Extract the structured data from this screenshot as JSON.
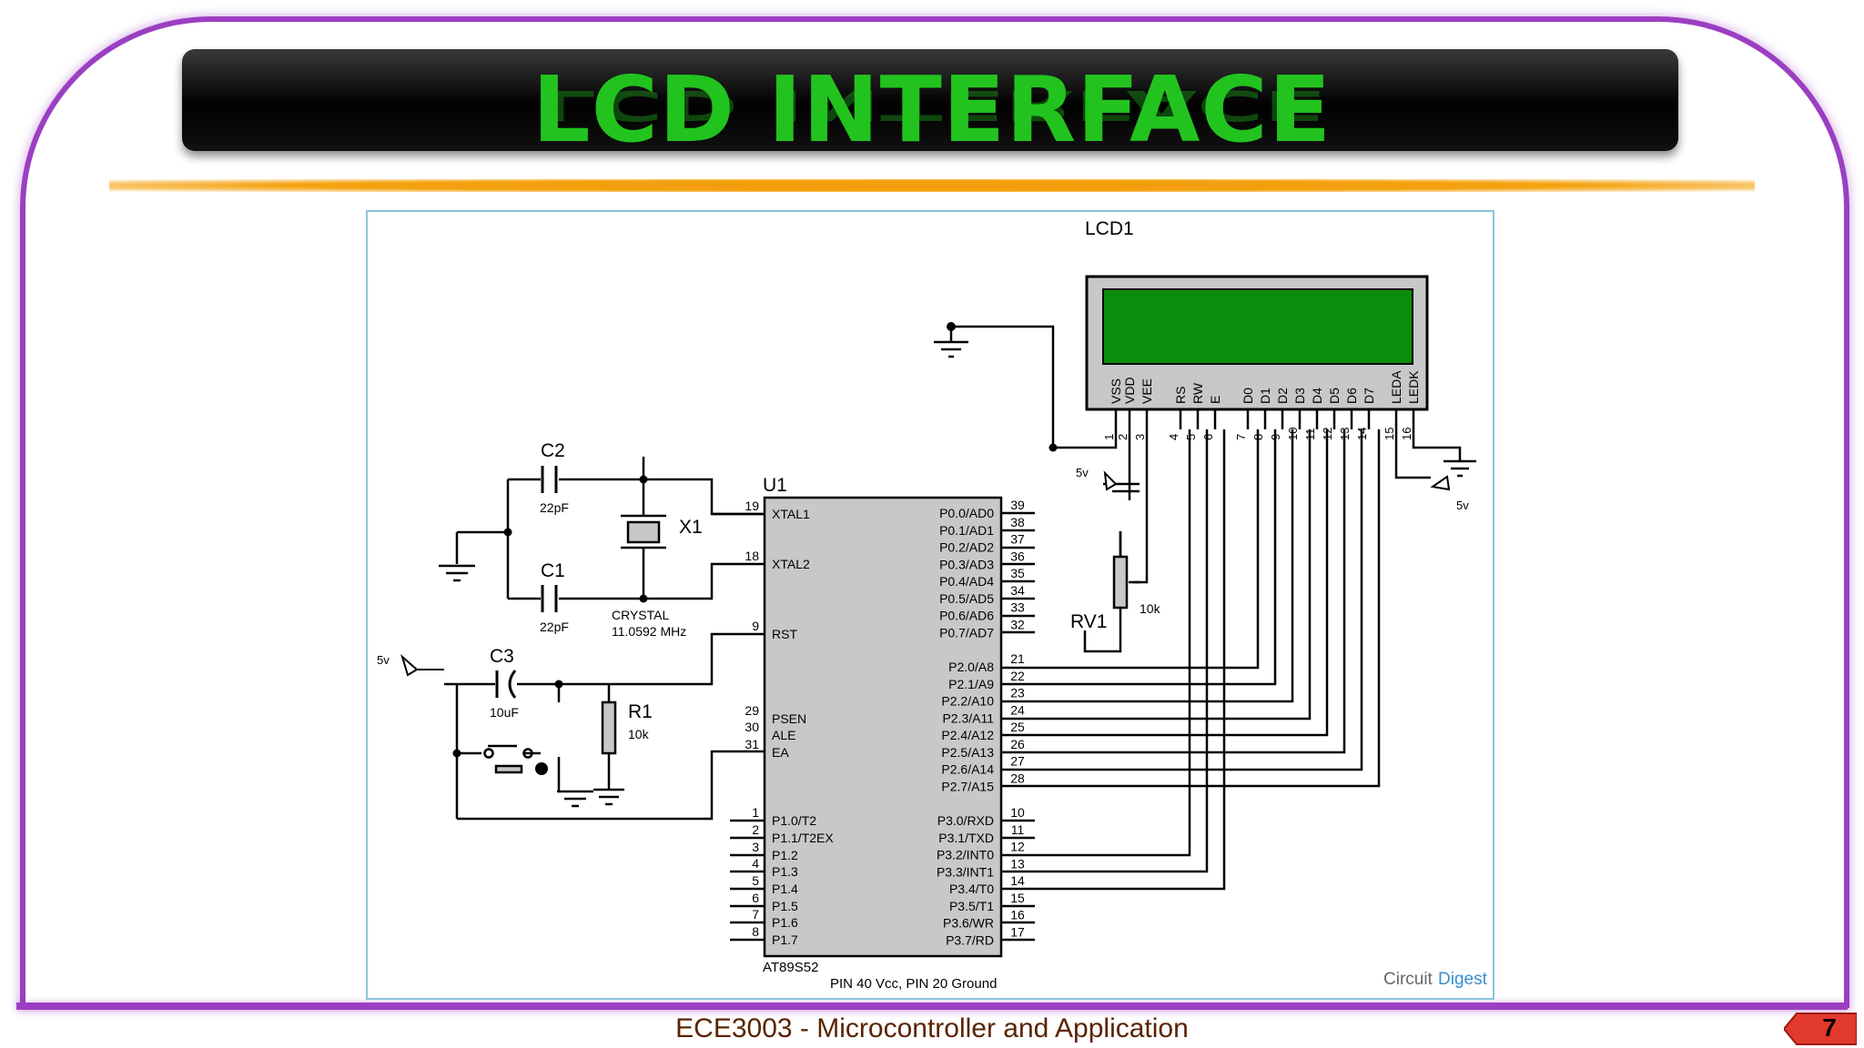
{
  "slide": {
    "title": "LCD INTERFACE",
    "footer": "ECE3003 - Microcontroller and Application",
    "page_number": "7",
    "colors": {
      "frame": "#9b3fc2",
      "title_text": "#22c31e",
      "divider": "#f4a20f",
      "lcd_screen": "#0b8c0b",
      "chip_fill": "#c8c8c8"
    }
  },
  "schematic": {
    "lcd": {
      "ref": "LCD1",
      "pins": [
        {
          "name": "VSS",
          "num": "1"
        },
        {
          "name": "VDD",
          "num": "2"
        },
        {
          "name": "VEE",
          "num": "3"
        },
        {
          "name": "RS",
          "num": "4"
        },
        {
          "name": "RW",
          "num": "5"
        },
        {
          "name": "E",
          "num": "6"
        },
        {
          "name": "D0",
          "num": "7"
        },
        {
          "name": "D1",
          "num": "8"
        },
        {
          "name": "D2",
          "num": "9"
        },
        {
          "name": "D3",
          "num": "10"
        },
        {
          "name": "D4",
          "num": "11"
        },
        {
          "name": "D5",
          "num": "12"
        },
        {
          "name": "D6",
          "num": "13"
        },
        {
          "name": "D7",
          "num": "14"
        },
        {
          "name": "LEDA",
          "num": "15"
        },
        {
          "name": "LEDK",
          "num": "16"
        }
      ]
    },
    "mcu": {
      "ref": "U1",
      "part": "AT89S52",
      "note": "PIN 40 Vcc, PIN 20 Ground",
      "left_pins": [
        {
          "name": "XTAL1",
          "num": "19"
        },
        {
          "name": "XTAL2",
          "num": "18"
        },
        {
          "name": "RST",
          "num": "9"
        },
        {
          "name": "PSEN",
          "num": "29"
        },
        {
          "name": "ALE",
          "num": "30"
        },
        {
          "name": "EA",
          "num": "31"
        },
        {
          "name": "P1.0/T2",
          "num": "1"
        },
        {
          "name": "P1.1/T2EX",
          "num": "2"
        },
        {
          "name": "P1.2",
          "num": "3"
        },
        {
          "name": "P1.3",
          "num": "4"
        },
        {
          "name": "P1.4",
          "num": "5"
        },
        {
          "name": "P1.5",
          "num": "6"
        },
        {
          "name": "P1.6",
          "num": "7"
        },
        {
          "name": "P1.7",
          "num": "8"
        }
      ],
      "right_pins": [
        {
          "name": "P0.0/AD0",
          "num": "39"
        },
        {
          "name": "P0.1/AD1",
          "num": "38"
        },
        {
          "name": "P0.2/AD2",
          "num": "37"
        },
        {
          "name": "P0.3/AD3",
          "num": "36"
        },
        {
          "name": "P0.4/AD4",
          "num": "35"
        },
        {
          "name": "P0.5/AD5",
          "num": "34"
        },
        {
          "name": "P0.6/AD6",
          "num": "33"
        },
        {
          "name": "P0.7/AD7",
          "num": "32"
        },
        {
          "name": "P2.0/A8",
          "num": "21"
        },
        {
          "name": "P2.1/A9",
          "num": "22"
        },
        {
          "name": "P2.2/A10",
          "num": "23"
        },
        {
          "name": "P2.3/A11",
          "num": "24"
        },
        {
          "name": "P2.4/A12",
          "num": "25"
        },
        {
          "name": "P2.5/A13",
          "num": "26"
        },
        {
          "name": "P2.6/A14",
          "num": "27"
        },
        {
          "name": "P2.7/A15",
          "num": "28"
        },
        {
          "name": "P3.0/RXD",
          "num": "10"
        },
        {
          "name": "P3.1/TXD",
          "num": "11"
        },
        {
          "name": "P3.2/INT0",
          "num": "12"
        },
        {
          "name": "P3.3/INT1",
          "num": "13"
        },
        {
          "name": "P3.4/T0",
          "num": "14"
        },
        {
          "name": "P3.5/T1",
          "num": "15"
        },
        {
          "name": "P3.6/WR",
          "num": "16"
        },
        {
          "name": "P3.7/RD",
          "num": "17"
        }
      ]
    },
    "components": {
      "c2": {
        "ref": "C2",
        "value": "22pF"
      },
      "c1": {
        "ref": "C1",
        "value": "22pF"
      },
      "x1": {
        "ref": "X1",
        "type": "CRYSTAL",
        "value": "11.0592 MHz"
      },
      "c3": {
        "ref": "C3",
        "value": "10uF"
      },
      "r1": {
        "ref": "R1",
        "value": "10k"
      },
      "rv1": {
        "ref": "RV1",
        "value": "10k"
      }
    },
    "supply_label": "5v",
    "watermark": {
      "part1": "Circuit",
      "part2": "Digest"
    }
  }
}
